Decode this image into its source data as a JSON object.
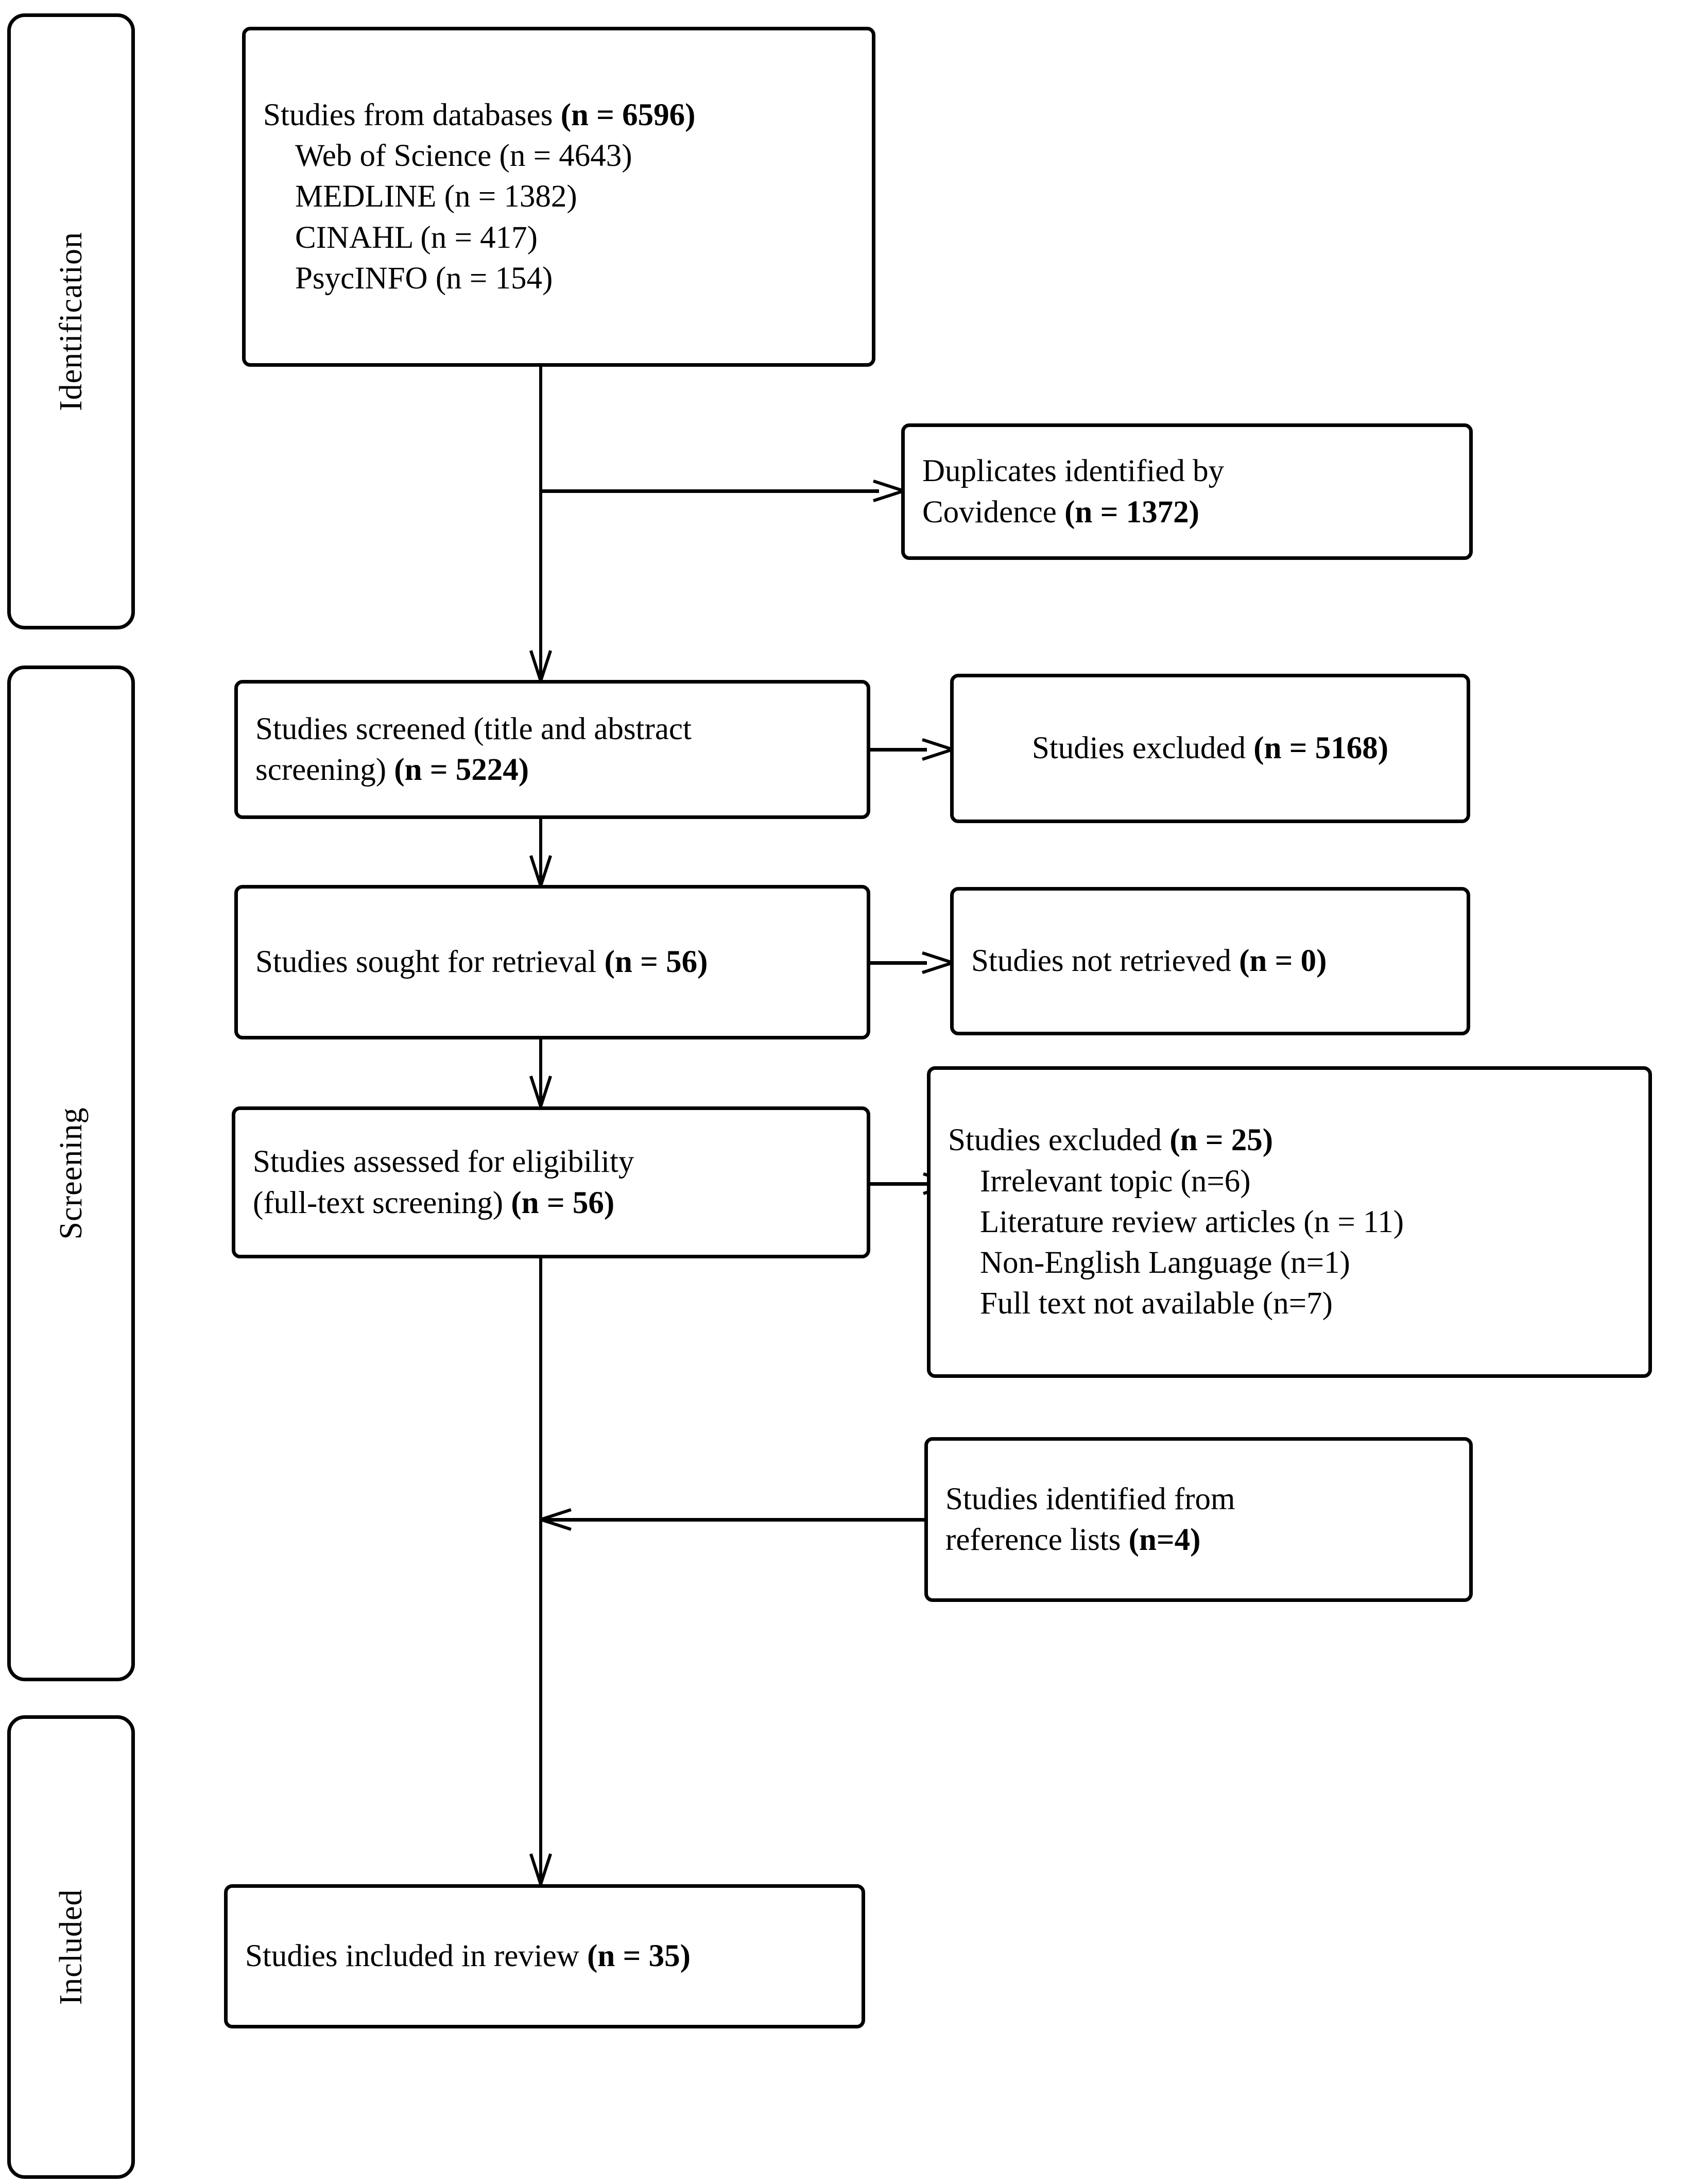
{
  "diagram": {
    "type": "prisma-flow-diagram",
    "stages": [
      {
        "id": "identification",
        "label": "Identification"
      },
      {
        "id": "screening",
        "label": "Screening"
      },
      {
        "id": "included",
        "label": "Included"
      }
    ],
    "boxes": {
      "databases": {
        "title": "Studies from databases ",
        "title_count": "(n = 6596)",
        "sources": [
          {
            "label": "Web of Science ",
            "count": "(n = 4643)"
          },
          {
            "label": "MEDLINE ",
            "count": "(n = 1382)"
          },
          {
            "label": "CINAHL ",
            "count": "(n = 417)"
          },
          {
            "label": "PsycINFO ",
            "count": "(n = 154)"
          }
        ]
      },
      "duplicates": {
        "line1": "Duplicates identified by",
        "line2": "Covidence ",
        "count": "(n = 1372)"
      },
      "screened": {
        "line1": "Studies screened (title and abstract",
        "line2": "screening) ",
        "count": "(n = 5224)"
      },
      "excluded_title_abstract": {
        "label": "Studies excluded ",
        "count": "(n = 5168)"
      },
      "sought": {
        "label": "Studies sought for retrieval ",
        "count": "(n = 56)"
      },
      "not_retrieved": {
        "label": "Studies not retrieved ",
        "count": "(n = 0)"
      },
      "eligibility": {
        "line1": "Studies assessed for eligibility",
        "line2": "(full-text screening) ",
        "count": "(n = 56)"
      },
      "excluded_fulltext": {
        "title": "Studies excluded ",
        "title_count": "(n = 25)",
        "reasons": [
          {
            "label": "Irrelevant topic ",
            "count": "(n=6)"
          },
          {
            "label": "Literature review articles ",
            "count": "(n = 11)"
          },
          {
            "label": "Non-English Language ",
            "count": "(n=1)"
          },
          {
            "label": "Full text not available ",
            "count": "(n=7)"
          }
        ]
      },
      "reference_lists": {
        "line1": "Studies identified from",
        "line2": "reference lists ",
        "count": "(n=4)"
      },
      "included": {
        "label": "Studies included in review ",
        "count": "(n = 35)"
      }
    },
    "colors": {
      "stroke": "#000000",
      "background": "#ffffff"
    }
  }
}
